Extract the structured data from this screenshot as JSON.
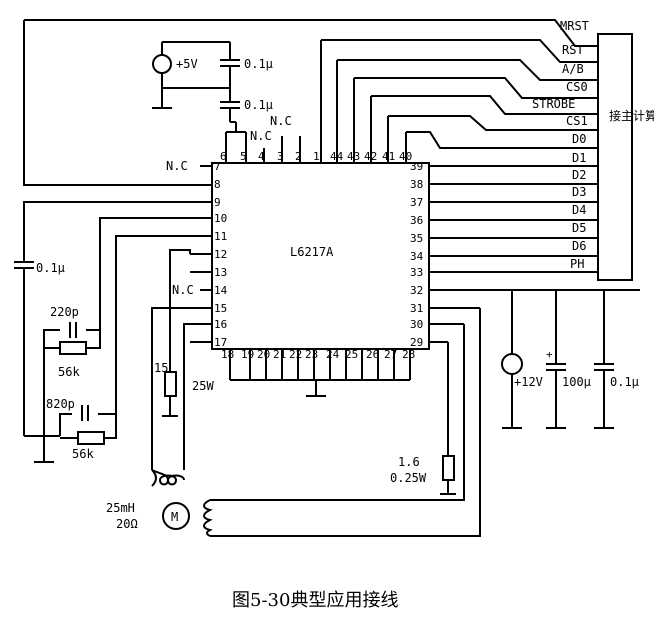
{
  "chip_label": "L6217A",
  "supply_5v": "+5V",
  "cap_top1": "0.1μ",
  "cap_top2": "0.1μ",
  "nc_labels": [
    "N.C",
    "N.C",
    "N.C",
    "N.C"
  ],
  "left_pins": [
    "7",
    "8",
    "9",
    "10",
    "11",
    "12",
    "13",
    "14",
    "15",
    "16",
    "17"
  ],
  "right_pins": [
    "39",
    "38",
    "37",
    "36",
    "35",
    "34",
    "33",
    "32",
    "31",
    "30",
    "29"
  ],
  "top_pins": [
    "6",
    "5",
    "4",
    "3",
    "2",
    "1",
    "44",
    "43",
    "42",
    "41",
    "40"
  ],
  "bottom_pins": [
    "18",
    "19",
    "20",
    "21",
    "22",
    "23",
    "24",
    "25",
    "26",
    "27",
    "28"
  ],
  "bus_signals": [
    "MRST",
    "RST",
    "A/B",
    "CS0",
    "STROBE",
    "CS1",
    "D0",
    "D1",
    "D2",
    "D3",
    "D4",
    "D5",
    "D6",
    "PH"
  ],
  "computer_label": "接主计算机",
  "left_cap": "0.1μ",
  "rc1_cap": "220p",
  "rc1_res": "56k",
  "rc2_cap": "820p",
  "rc2_res": "56k",
  "res15": "15",
  "res15_w": "25W",
  "supply_12v": "+12V",
  "cap100": "100μ",
  "cap01": "0.1μ",
  "sense_res": "1.6",
  "sense_res_w": "0.25W",
  "motor_l": "25mH",
  "motor_r": "20Ω",
  "motor_symbol": "M",
  "caption": "图5-30典型应用接线"
}
